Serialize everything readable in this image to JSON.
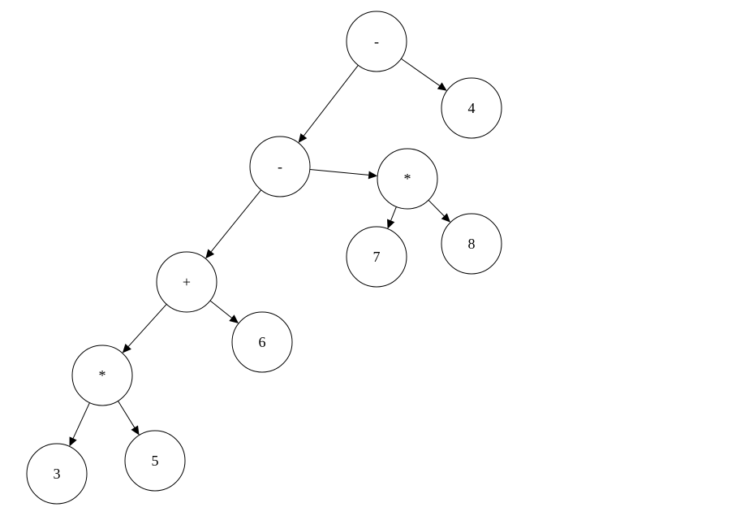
{
  "diagram": {
    "type": "expression-tree",
    "nodes": [
      {
        "id": "root",
        "label": "-"
      },
      {
        "id": "n4",
        "label": "4"
      },
      {
        "id": "minus2",
        "label": "-"
      },
      {
        "id": "mul1",
        "label": "*"
      },
      {
        "id": "n7",
        "label": "7"
      },
      {
        "id": "n8",
        "label": "8"
      },
      {
        "id": "plus",
        "label": "+"
      },
      {
        "id": "n6",
        "label": "6"
      },
      {
        "id": "mul2",
        "label": "*"
      },
      {
        "id": "n3",
        "label": "3"
      },
      {
        "id": "n5",
        "label": "5"
      }
    ],
    "edges": [
      {
        "from": "root",
        "to": "minus2"
      },
      {
        "from": "root",
        "to": "n4"
      },
      {
        "from": "minus2",
        "to": "plus"
      },
      {
        "from": "minus2",
        "to": "mul1"
      },
      {
        "from": "mul1",
        "to": "n7"
      },
      {
        "from": "mul1",
        "to": "n8"
      },
      {
        "from": "plus",
        "to": "mul2"
      },
      {
        "from": "plus",
        "to": "n6"
      },
      {
        "from": "mul2",
        "to": "n3"
      },
      {
        "from": "mul2",
        "to": "n5"
      }
    ],
    "colors": {
      "stroke": "#000000",
      "fill": "#ffffff",
      "background": "#ffffff"
    }
  }
}
